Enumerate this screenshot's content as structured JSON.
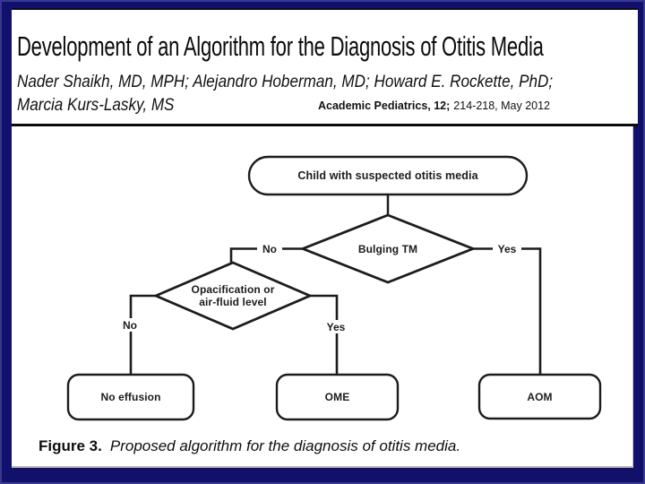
{
  "header": {
    "title": "Development of an Algorithm for the Diagnosis of Otitis Media",
    "authors_line1": "Nader Shaikh, MD, MPH; Alejandro Hoberman, MD; Howard E. Rockette, PhD;",
    "authors_line2": "Marcia Kurs-Lasky, MS",
    "citation_journal": "Academic Pediatrics, 12;",
    "citation_pages": "214-218, May 2012"
  },
  "flowchart": {
    "start": {
      "label": "Child with suspected otitis media"
    },
    "decision1": {
      "label": "Bulging TM",
      "no_label": "No",
      "yes_label": "Yes"
    },
    "decision2": {
      "label": "Opacification or\nair-fluid level",
      "no_label": "No",
      "yes_label": "Yes"
    },
    "outcome_no_effusion": {
      "label": "No effusion"
    },
    "outcome_ome": {
      "label": "OME"
    },
    "outcome_aom": {
      "label": "AOM"
    }
  },
  "caption": {
    "label": "Figure 3.",
    "text": "Proposed algorithm for the diagnosis of otitis media."
  },
  "colors": {
    "slide_bg": "#11116b",
    "panel_bg": "#ffffff",
    "line_color": "#1c1c1c"
  }
}
